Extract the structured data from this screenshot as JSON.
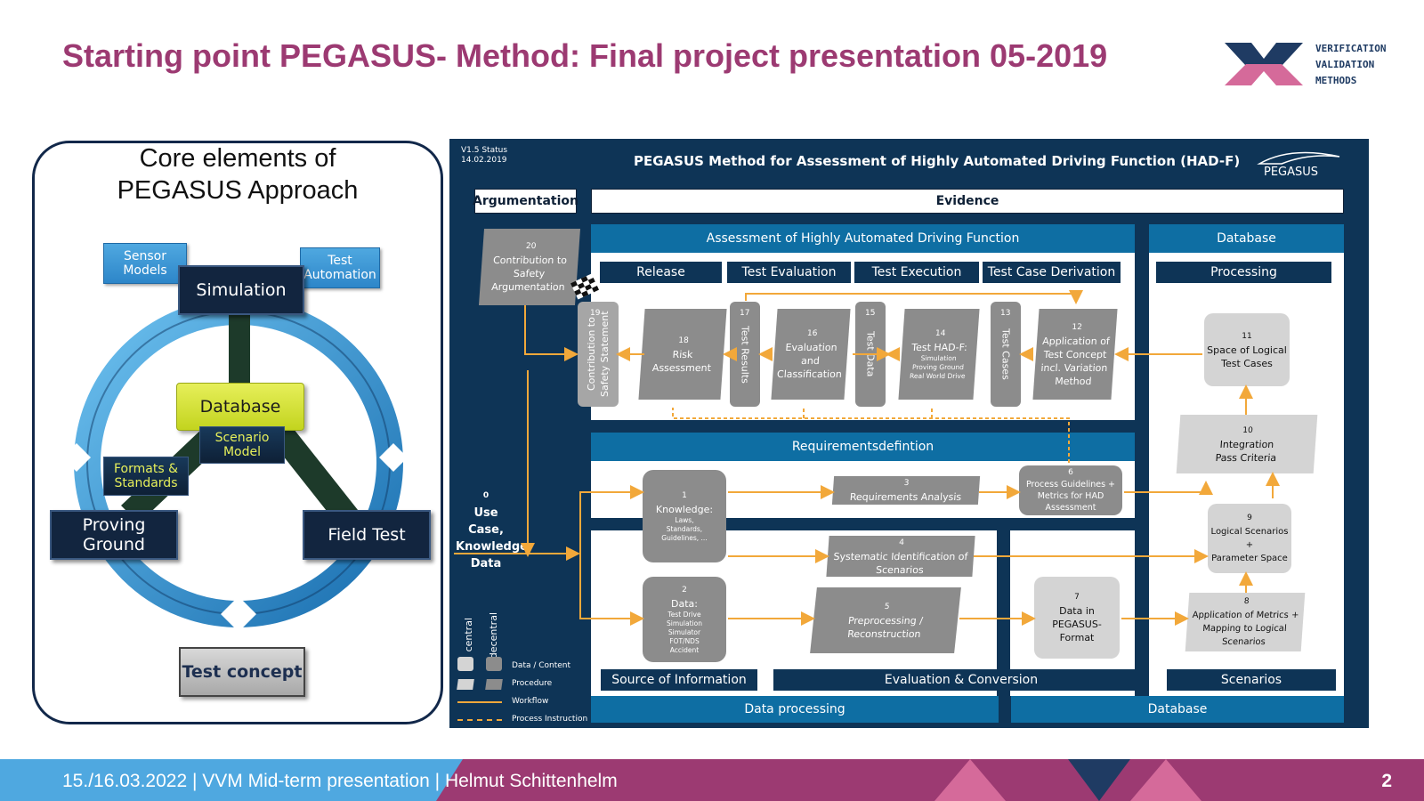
{
  "slide": {
    "title": "Starting point PEGASUS- Method: Final project presentation 05-2019",
    "logo_lines": [
      "VERIFICATION",
      "VALIDATION",
      "METHODS"
    ],
    "footer": "15./16.03.2022 | VVM Mid-term presentation | Helmut Schittenhelm",
    "page_number": "2"
  },
  "core": {
    "title_line1": "Core elements of",
    "title_line2": "PEGASUS Approach",
    "simulation": "Simulation",
    "sensor_models_l1": "Sensor",
    "sensor_models_l2": "Models",
    "test_automation_l1": "Test",
    "test_automation_l2": "Automation",
    "database": "Database",
    "scenario_model_l1": "Scenario",
    "scenario_model_l2": "Model",
    "formats_l1": "Formats &",
    "formats_l2": "Standards",
    "proving_ground": "Proving Ground",
    "field_test": "Field Test",
    "test_concept": "Test concept"
  },
  "diagram": {
    "status_l1": "V1.5  Status",
    "status_l2": "14.02.2019",
    "title": "PEGASUS Method for Assessment of Highly Automated Driving Function (HAD-F)",
    "pegasus_logo": "PEGASUS",
    "argumentation": "Argumentation",
    "evidence": "Evidence",
    "assessment_band": "Assessment of Highly Automated Driving Function",
    "database_band": "Database",
    "release": "Release",
    "test_evaluation": "Test Evaluation",
    "test_execution": "Test Execution",
    "test_case_derivation": "Test Case Derivation",
    "processing": "Processing",
    "n20": "20",
    "contribution_l1": "Contribution to",
    "contribution_l2": "Safety",
    "contribution_l3": "Argumentation",
    "n19": "19",
    "statement": "Contribution to Safety Statement",
    "n18": "18",
    "risk_l1": "Risk",
    "risk_l2": "Assessment",
    "n17": "17",
    "test_results": "Test Results",
    "n16": "16",
    "eval_l1": "Evaluation",
    "eval_l2": "and",
    "eval_l3": "Classification",
    "n15": "15",
    "test_data": "Test Data",
    "n14": "14",
    "had_test": "Test HAD-F:",
    "had_sim": "Simulation",
    "had_pg": "Proving Ground",
    "had_rwd": "Real World Drive",
    "n13": "13",
    "test_cases": "Test Cases",
    "n12": "12",
    "app_l1": "Application of",
    "app_l2": "Test Concept",
    "app_l3": "incl. Variation",
    "app_l4": "Method",
    "n11": "11",
    "space_l1": "Space of Logical",
    "space_l2": "Test Cases",
    "requirements_band": "Requirementsdefintion",
    "n10": "10",
    "integration_l1": "Integration",
    "integration_l2": "Pass Criteria",
    "n0": "0",
    "usecase_l1": "Use Case,",
    "usecase_l2": "Knowledge,",
    "usecase_l3": "Data",
    "n1": "1",
    "knowledge": "Knowledge:",
    "knowledge_sub1": "Laws,",
    "knowledge_sub2": "Standards,",
    "knowledge_sub3": "Guidelines, ...",
    "n3": "3",
    "req_analysis": "Requirements Analysis",
    "n6": "6",
    "guidelines_l1": "Process Guidelines +",
    "guidelines_l2": "Metrics for HAD",
    "guidelines_l3": "Assessment",
    "n9": "9",
    "logical_l1": "Logical Scenarios",
    "logical_l2": "+",
    "logical_l3": "Parameter Space",
    "n4": "4",
    "sys_l1": "Systematic Identification of",
    "sys_l2": "Scenarios",
    "n2": "2",
    "data": "Data:",
    "data_sub1": "Test Drive",
    "data_sub2": "Simulation",
    "data_sub3": "Simulator",
    "data_sub4": "FOT/NDS",
    "data_sub5": "Accident",
    "n5": "5",
    "prep_l1": "Preprocessing /",
    "prep_l2": "Reconstruction",
    "n7": "7",
    "pf_l1": "Data in",
    "pf_l2": "PEGASUS-",
    "pf_l3": "Format",
    "n8": "8",
    "metrics_l1": "Application of Metrics +",
    "metrics_l2": "Mapping to Logical",
    "metrics_l3": "Scenarios",
    "legend_central": "central",
    "legend_decentral": "decentral",
    "legend_data": "Data / Content",
    "legend_procedure": "Procedure",
    "legend_workflow": "Workflow",
    "legend_instruction": "Process Instruction",
    "source": "Source of Information",
    "eval_conv": "Evaluation & Conversion",
    "scenarios": "Scenarios",
    "data_processing": "Data processing",
    "database_bottom": "Database"
  }
}
